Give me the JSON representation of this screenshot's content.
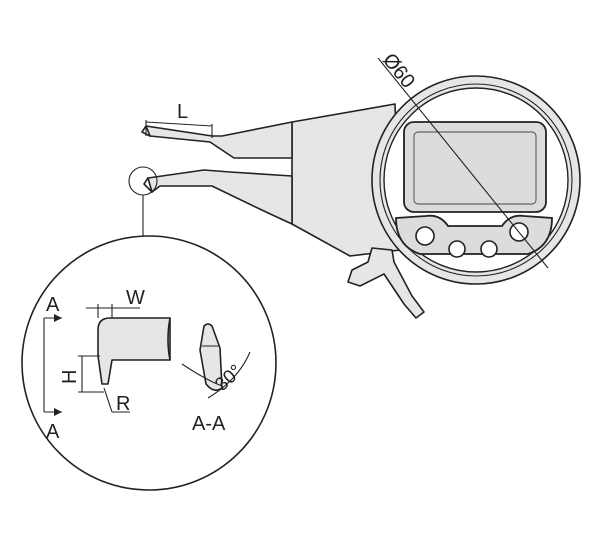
{
  "labels": {
    "diameter": "Ø60",
    "length": "L",
    "width": "W",
    "height": "H",
    "radius": "R",
    "section_top": "A",
    "section_bottom": "A",
    "section_name": "A-A",
    "angle": "30°"
  },
  "colors": {
    "line": "#222222",
    "fill": "#e6e6e6",
    "background": "#ffffff"
  }
}
